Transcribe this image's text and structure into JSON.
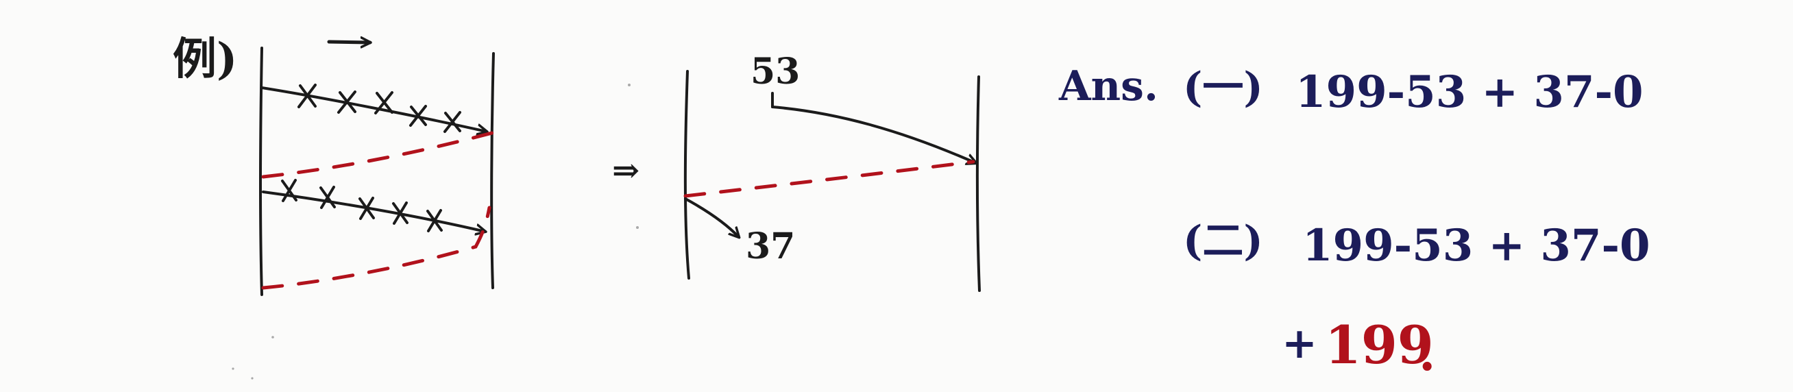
{
  "diagram": {
    "left_panel": {
      "label": "例)",
      "arrow_hint": "→"
    },
    "middle_panel": {
      "implies": "⇒",
      "top_label": "53",
      "bottom_label": "37"
    },
    "answer": {
      "prefix": "Ans.",
      "item_1_marker": "(一)",
      "item_1_expr": "199-53 + 37-0",
      "item_2_marker": "(二)",
      "item_2_expr": "199-53 + 37-0",
      "plus_sign": "+",
      "extra_value": "199",
      "period": "."
    },
    "colors": {
      "ink_black": "#1b1b1b",
      "ink_blue": "#1c1d5a",
      "ink_red": "#b1121c"
    }
  }
}
